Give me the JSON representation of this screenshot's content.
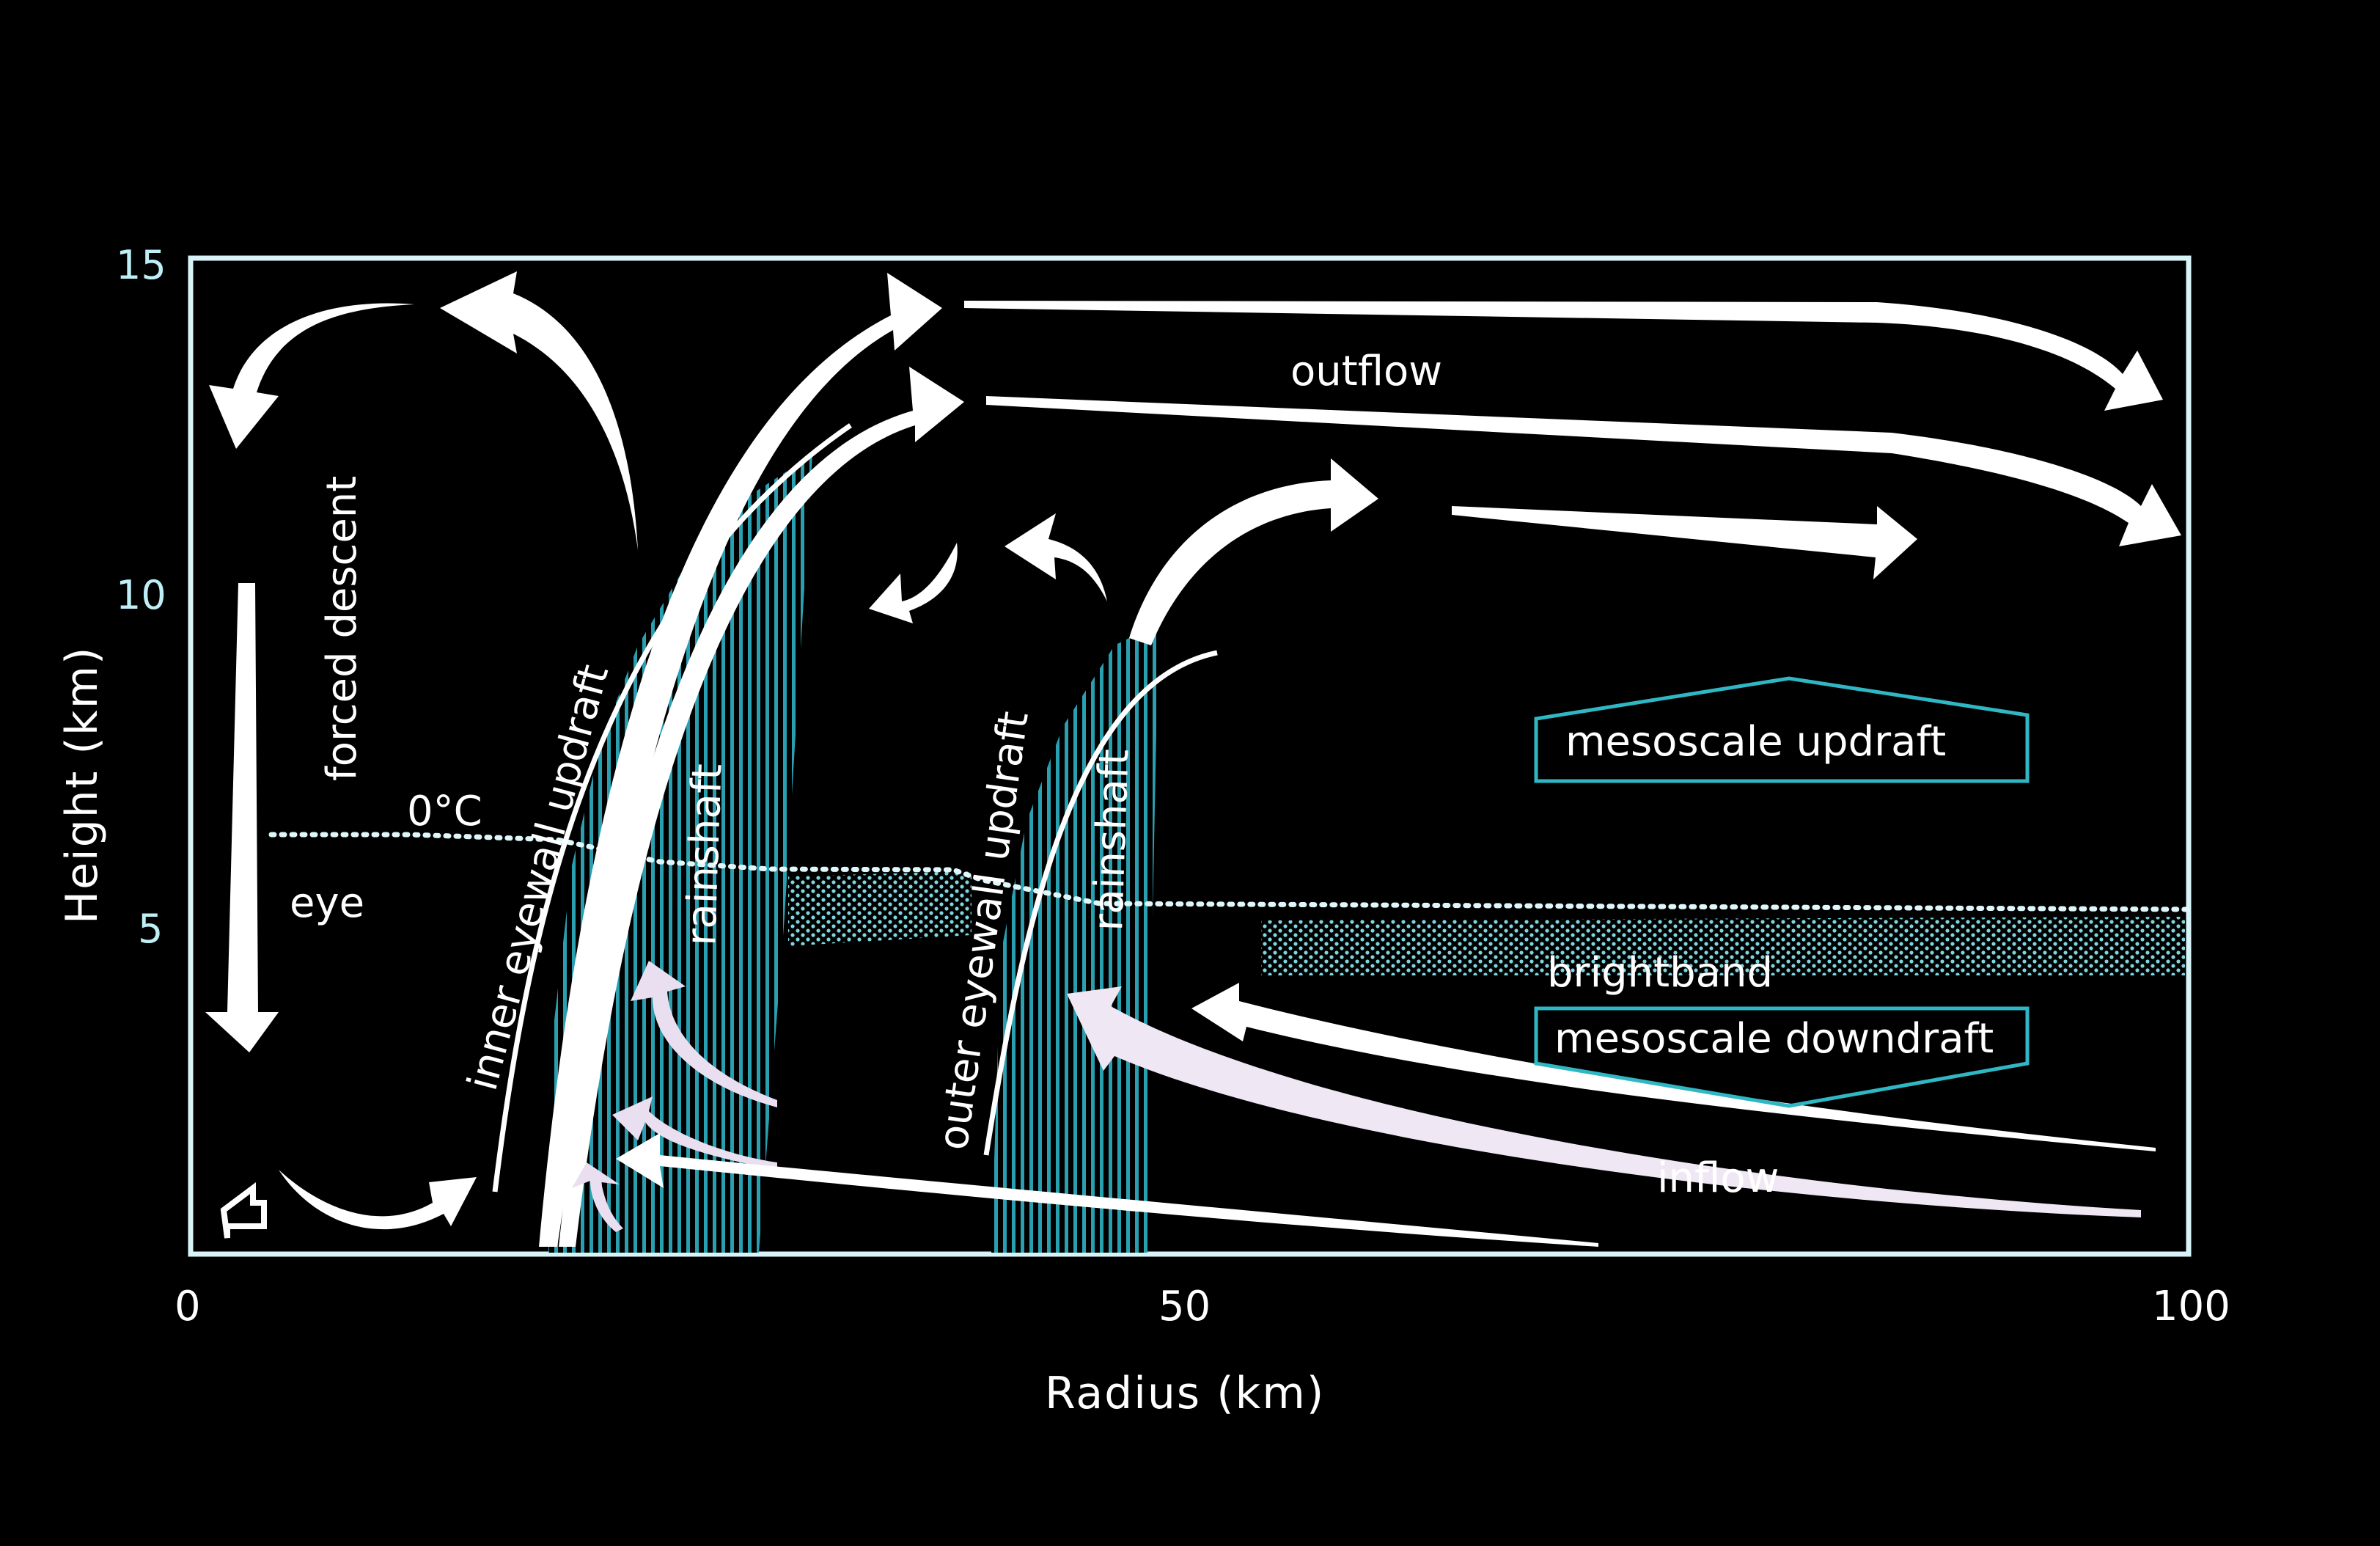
{
  "axes": {
    "y_label": "Height (km)",
    "x_label": "Radius (km)",
    "y_ticks": [
      "15",
      "10",
      "5"
    ],
    "x_ticks": [
      "0",
      "50",
      "100"
    ]
  },
  "labels": {
    "outflow": "outflow",
    "forced_descent": "forced descent",
    "zero_c": "0°C",
    "eye": "eye",
    "inner_eyewall_updraft": "inner eyewall updraft",
    "rainshaft_inner": "rainshaft",
    "outer_eyewall_updraft": "outer eyewall updraft",
    "rainshaft_outer": "rainshaft",
    "mesoscale_updraft": "mesoscale updraft",
    "brightband": "brightband",
    "mesoscale_downdraft": "mesoscale downdraft",
    "inflow": "inflow"
  },
  "colors": {
    "background": "#000000",
    "frame": "#d8f4f8",
    "rain_hatch": "#2a9fb0",
    "arrow": "#ffffff",
    "arrow_shade": "#c9b4d8",
    "label_box": "#2fb7c4"
  }
}
